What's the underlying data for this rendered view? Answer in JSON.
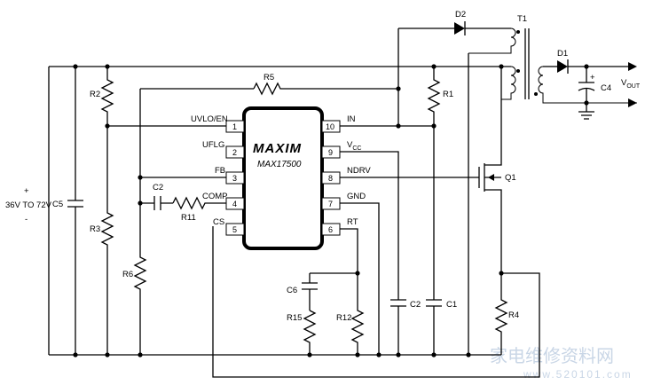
{
  "ic": {
    "logo": "MAXIM",
    "part_number": "MAX17500",
    "pins": [
      {
        "num": "1",
        "name": "UVLO/EN"
      },
      {
        "num": "2",
        "name": "UFLG"
      },
      {
        "num": "3",
        "name": "FB"
      },
      {
        "num": "4",
        "name": "COMP"
      },
      {
        "num": "5",
        "name": "CS"
      },
      {
        "num": "10",
        "name": "IN"
      },
      {
        "num": "9",
        "name": "VCC",
        "main": "V",
        "sub": "CC"
      },
      {
        "num": "8",
        "name": "NDRV"
      },
      {
        "num": "7",
        "name": "GND"
      },
      {
        "num": "6",
        "name": "RT"
      }
    ]
  },
  "components": {
    "R1": "R1",
    "R2": "R2",
    "R3": "R3",
    "R4": "R4",
    "R5": "R5",
    "R6": "R6",
    "R11": "R11",
    "R12": "R12",
    "R15": "R15",
    "C1": "C1",
    "C2": "C2",
    "C4": "C4",
    "C5": "C5",
    "C6": "C6",
    "D1": "D1",
    "D2": "D2",
    "T1": "T1",
    "Q1": "Q1"
  },
  "input": {
    "plus": "+",
    "range": "36V TO 72V",
    "minus": "-"
  },
  "output": {
    "main": "V",
    "sub": "OUT"
  },
  "c4_polarity": "+",
  "watermark": {
    "cn": "家电维修资料网",
    "url": "www.520101.com"
  }
}
